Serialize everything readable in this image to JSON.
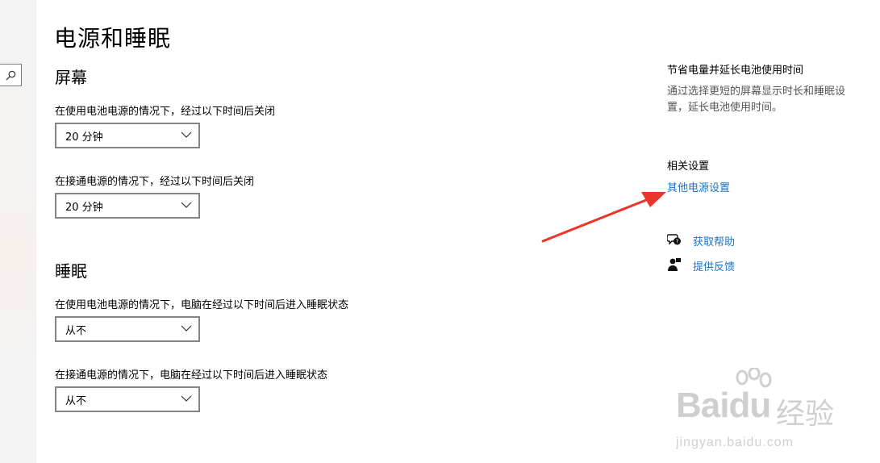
{
  "page": {
    "title": "电源和睡眠"
  },
  "screen": {
    "section_title": "屏幕",
    "battery_label": "在使用电池电源的情况下，经过以下时间后关闭",
    "battery_value": "20 分钟",
    "plugged_label": "在接通电源的情况下，经过以下时间后关闭",
    "plugged_value": "20 分钟"
  },
  "sleep": {
    "section_title": "睡眠",
    "battery_label": "在使用电池电源的情况下，电脑在经过以下时间后进入睡眠状态",
    "battery_value": "从不",
    "plugged_label": "在接通电源的情况下，电脑在经过以下时间后进入睡眠状态",
    "plugged_value": "从不"
  },
  "sidebar": {
    "tip_heading": "节省电量并延长电池使用时间",
    "tip_desc": "通过选择更短的屏幕显示时长和睡眠设置，延长电池使用时间。",
    "related_heading": "相关设置",
    "related_link": "其他电源设置",
    "help_link": "获取帮助",
    "feedback_link": "提供反馈"
  },
  "watermark": {
    "logo": "Baidu",
    "cn": "经验",
    "url": "jingyan.baidu.com"
  },
  "icons": {
    "search": "search-icon",
    "help": "chat-help-icon",
    "feedback": "person-feedback-icon",
    "dropdown": "chevron-down-icon"
  },
  "colors": {
    "link": "#1a73c8",
    "arrow": "#e8362a"
  }
}
